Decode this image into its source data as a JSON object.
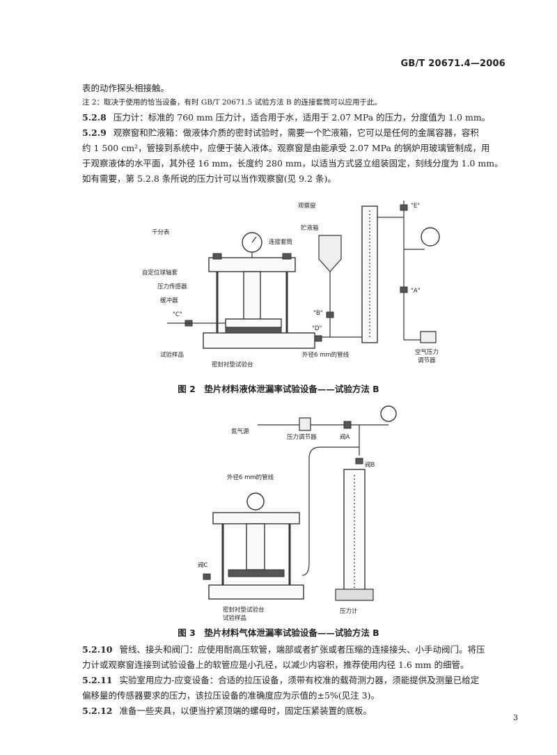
{
  "header": {
    "standard_no": "GB/T 20671.4—2006"
  },
  "text": {
    "line_continued": "表的动作探头相接触。",
    "note2": "注 2：取决于使用的恰当设备，有时 GB/T 20671.5 试验方法 B 的连接套筒可以应用于此。",
    "s528_num": "5.2.8",
    "s528": "压力计：标准的 760 mm 压力计，适合用于水，适用于 2.07 MPa 的压力，分度值为 1.0 mm。",
    "s529_num": "5.2.9",
    "s529_l1": "观察窗和贮液箱：做液体介质的密封试验时，需要一个贮液箱，它可以是任何的金属容器，容积",
    "s529_l2": "约 1 500 cm²，管接到系统中，应便于装入液体。观察窗是由能承受 2.07 MPa 的锅炉用玻璃管制成，用",
    "s529_l3": "于观察液体的水平面，其外径 16 mm，长度约 280 mm，以适当方式竖立组装固定，刻线分度为 1.0 mm。",
    "s529_l4": "如有需要，第 5.2.8 条所说的压力计可以当作观察窗(见 9.2 条)。",
    "s5210_num": "5.2.10",
    "s5210_l1": "管线、接头和阀门：应使用耐高压软管，端部或者扩张或者压缩的连接接头、小手动阀门。将压",
    "s5210_l2": "力计或观察窗连接到试验设备上的软管应是小孔径，以减少内容积，推荐使用内径 1.6 mm 的细管。",
    "s5211_num": "5.2.11",
    "s5211_l1": "实验室用应力-应变设备：合适的拉压设备，须带有校准的载荷测力器，须能提供及测量已给定",
    "s5211_l2": "偏移量的传感器要求的压力，该拉压设备的准确度应为示值的±5%(见注 3)。",
    "s5212_num": "5.2.12",
    "s5212": "准备一些夹具，以便当拧紧顶端的螺母时，固定压紧装置的底板。"
  },
  "fig2": {
    "caption": "图 2　垫片材料液体泄漏率试验设备——试验方法 B",
    "labels": {
      "observation_window": "观察窗",
      "dial_gauge": "千分表",
      "connection_sleeve": "连接套筒",
      "reservoir": "贮液箱",
      "self_aligning_nut": "自定位球轴套",
      "load_cell": "压力传感器",
      "buffer": "缓冲器",
      "valve_c": "\"C\"",
      "valve_b": "\"B\"",
      "valve_d": "\"D\"",
      "valve_e": "\"E\"",
      "valve_a": "\"A\"",
      "test_specimen": "试验样品",
      "sealed_fixture": "密封衬垫试验台",
      "tube_od6": "外径6 mm的管线",
      "air_regulator_l1": "空气压力",
      "air_regulator_l2": "调节器"
    }
  },
  "fig3": {
    "caption": "图 3　垫片材料气体泄漏率试验设备——试验方法 B",
    "labels": {
      "nitrogen_source": "氮气源",
      "pressure_regulator": "压力调节器",
      "valve_a": "阀A",
      "valve_b": "阀B",
      "tube_od6": "外径6 mm的管线",
      "valve_c": "阀C",
      "sealed_fixture": "密封衬垫试验台",
      "test_specimen": "试验样品",
      "manometer": "压力计"
    }
  },
  "footer": {
    "page_number": "3"
  }
}
